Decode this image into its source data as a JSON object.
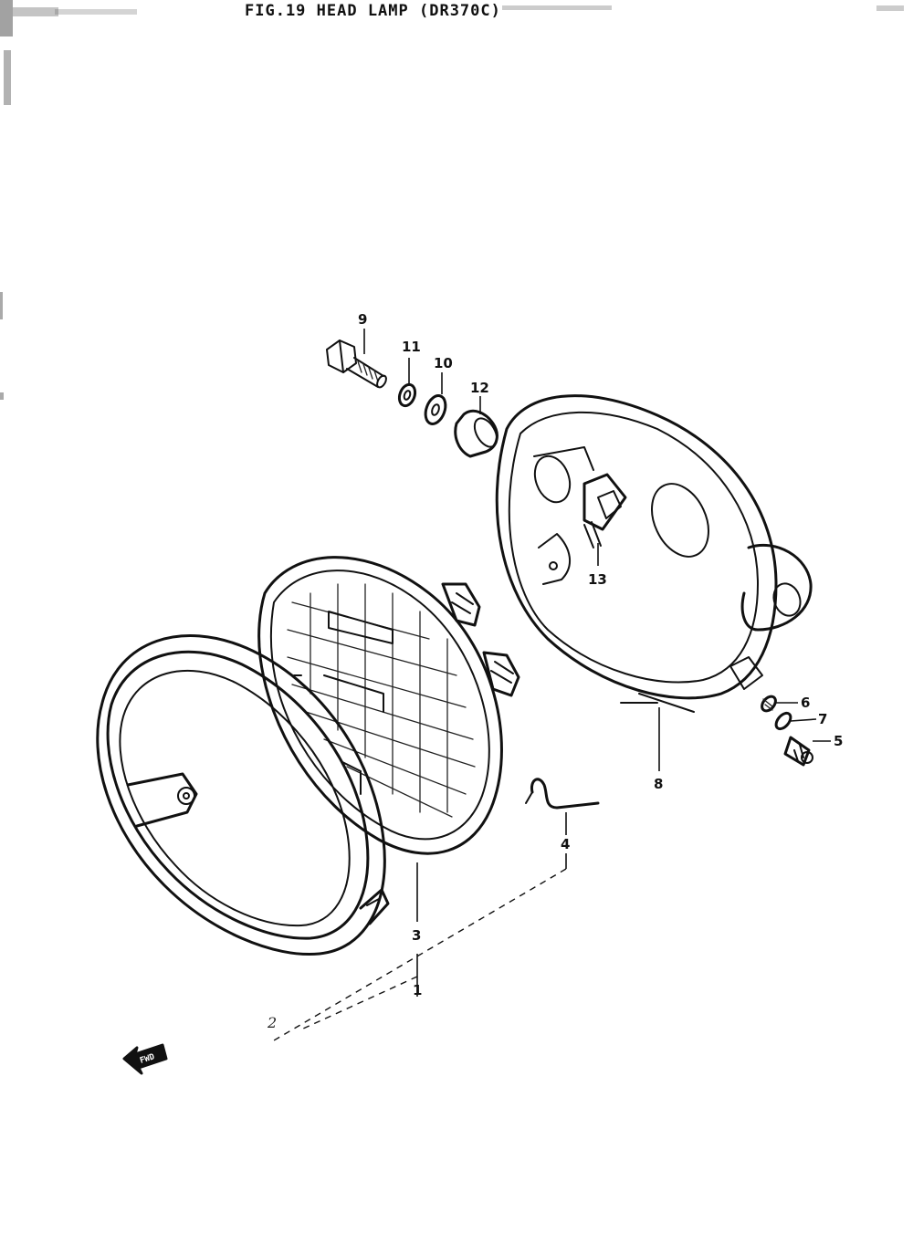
{
  "title": "FIG.19 HEAD LAMP (DR370C)",
  "front_marker": "FWD",
  "callouts": {
    "c1": "1",
    "c2": "2",
    "c3": "3",
    "c4": "4",
    "c5": "5",
    "c6": "6",
    "c7": "7",
    "c8": "8",
    "c9": "9",
    "c10": "10",
    "c11": "11",
    "c12": "12",
    "c13": "13"
  }
}
